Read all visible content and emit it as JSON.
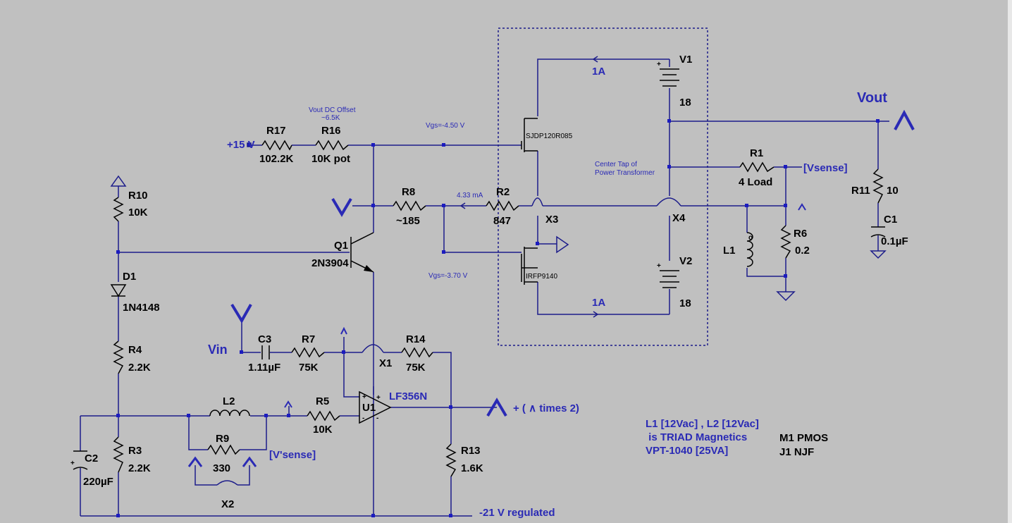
{
  "components": {
    "R17": {
      "ref": "R17",
      "value": "102.2K"
    },
    "R16": {
      "ref": "R16",
      "value": "10K pot",
      "note1": "Vout DC Offset",
      "note2": "~6.5K"
    },
    "R10": {
      "ref": "R10",
      "value": "10K"
    },
    "D1": {
      "ref": "D1",
      "value": "1N4148"
    },
    "R4": {
      "ref": "R4",
      "value": "2.2K"
    },
    "R3": {
      "ref": "R3",
      "value": "2.2K"
    },
    "C2": {
      "ref": "C2",
      "value": "220µF"
    },
    "Q1": {
      "ref": "Q1",
      "value": "2N3904"
    },
    "R8": {
      "ref": "R8",
      "value": "~185"
    },
    "R2": {
      "ref": "R2",
      "value": "847"
    },
    "X3": {
      "ref": "X3"
    },
    "X4": {
      "ref": "X4"
    },
    "M1": {
      "value": "SJDP120R085"
    },
    "J1": {
      "value": "IRFP9140"
    },
    "V1": {
      "ref": "V1",
      "value": "18"
    },
    "V2": {
      "ref": "V2",
      "value": "18"
    },
    "R1": {
      "ref": "R1",
      "value": "4 Load"
    },
    "R6": {
      "ref": "R6",
      "value": "0.2"
    },
    "L1": {
      "ref": "L1"
    },
    "R11": {
      "ref": "R11",
      "value": "10"
    },
    "C1": {
      "ref": "C1",
      "value": "0.1µF"
    },
    "C3": {
      "ref": "C3",
      "value": "1.11µF"
    },
    "R7": {
      "ref": "R7",
      "value": "75K"
    },
    "R14": {
      "ref": "R14",
      "value": "75K"
    },
    "X1": {
      "ref": "X1"
    },
    "U1": {
      "ref": "U1",
      "value": "LF356N"
    },
    "L2": {
      "ref": "L2"
    },
    "R5": {
      "ref": "R5",
      "value": "10K"
    },
    "R9": {
      "ref": "R9",
      "value": "330"
    },
    "X2": {
      "ref": "X2"
    },
    "R13": {
      "ref": "R13",
      "value": "1.6K"
    }
  },
  "annotations": {
    "vgs_top": "Vgs=-4.50 V",
    "vgs_bottom": "Vgs=-3.70 V",
    "current_r2": "4.33 mA",
    "current_top": "1A",
    "current_bottom": "1A",
    "center_tap_1": "Center Tap of",
    "center_tap_2": "Power Transformer"
  },
  "nets": {
    "plus15": "+15 V",
    "vout": "Vout",
    "vsense": "[Vsense]",
    "vprime_sense": "[V'sense]",
    "vin": "Vin",
    "minus21": "-21 V regulated",
    "out_expr": "+ ( ∧ times 2)",
    "caret": "∧",
    "big_v": "V"
  },
  "notes": {
    "line1": "L1 [12Vac] , L2 [12Vac]",
    "line2": " is TRIAD Magnetics",
    "line3": "VPT-1040 [25VA]",
    "model1": "M1 PMOS",
    "model2": "J1  NJF"
  }
}
